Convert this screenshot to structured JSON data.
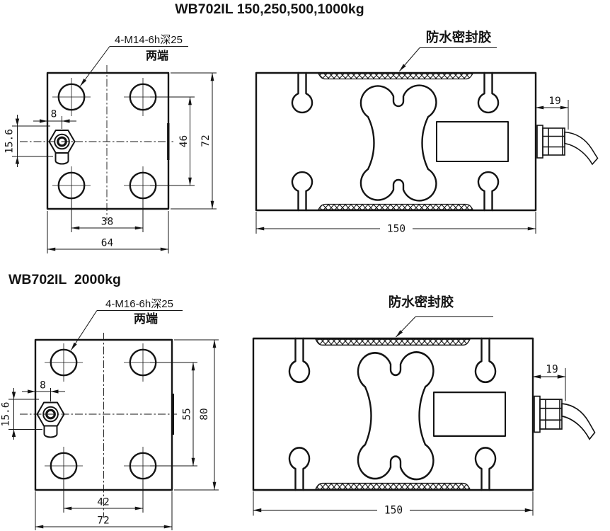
{
  "drawing": {
    "background": "#ffffff",
    "line_color": "#141414",
    "top": {
      "title": "WB702IL 150,250,500,1000kg",
      "plate_view": {
        "callout_spec": "4-M14-6h深25",
        "callout_note": "两端",
        "dims": {
          "edge_to_gland": "8",
          "gland_height": "15.6",
          "hole_span_v": "46",
          "plate_height": "72",
          "hole_span_h": "38",
          "plate_width": "64"
        }
      },
      "body_view": {
        "sealant_label": "防水密封胶",
        "dims": {
          "gland_length": "19",
          "body_length": "150"
        }
      }
    },
    "bottom": {
      "title": "WB702IL  2000kg",
      "plate_view": {
        "callout_spec": "4-M16-6h深25",
        "callout_note": "两端",
        "dims": {
          "edge_to_gland": "8",
          "gland_height": "15.6",
          "hole_span_v": "55",
          "plate_height": "80",
          "hole_span_h": "42",
          "plate_width": "72"
        }
      },
      "body_view": {
        "sealant_label": "防水密封胶",
        "dims": {
          "gland_length": "19",
          "body_length": "150"
        }
      }
    }
  }
}
